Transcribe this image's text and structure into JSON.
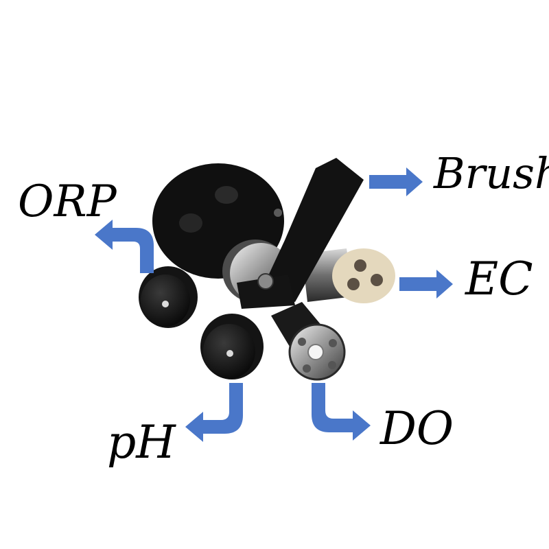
{
  "labels": {
    "orp": "ORP",
    "brush": "Brush",
    "ec": "EC",
    "ph": "pH",
    "do": "DO"
  },
  "colors": {
    "arrow": "#4a77c9",
    "probe_body": "#161616",
    "steel": "#b8b8b8",
    "sensor_cap": "#e4d8bd",
    "label_text": "#000000"
  }
}
